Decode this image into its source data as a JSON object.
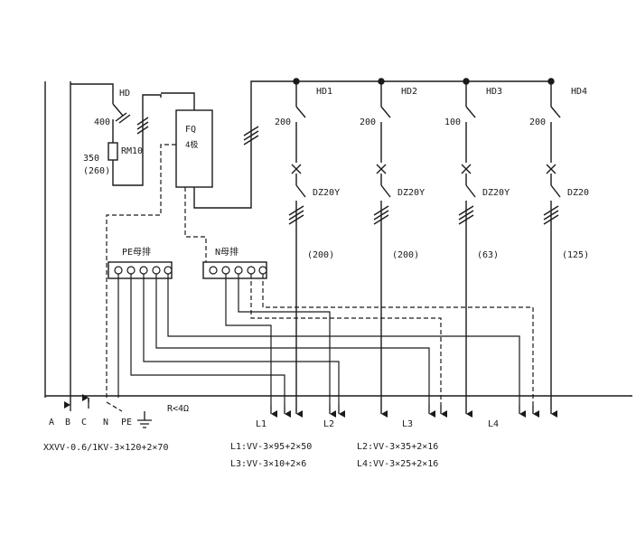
{
  "labels": {
    "hd": "HD",
    "hd_rating": "400",
    "rm10": "RM10",
    "rm10_rating": "350",
    "rm10_setting": "(260)",
    "fq": "FQ",
    "fq_rating": "4极",
    "pe_bar": "PE母排",
    "n_bar": "N母排",
    "r": "R<4Ω",
    "phase_a": "A",
    "phase_b": "B",
    "phase_c": "C",
    "phase_n": "N",
    "phase_pe": "PE",
    "main_cable": "XXVV-0.6/1KV-3×120+2×70"
  },
  "branches": [
    {
      "switch": "HD1",
      "switch_rating": "200",
      "breaker": "DZ20Y",
      "breaker_setting": "(200)",
      "line": "L1"
    },
    {
      "switch": "HD2",
      "switch_rating": "200",
      "breaker": "DZ20Y",
      "breaker_setting": "(200)",
      "line": "L2"
    },
    {
      "switch": "HD3",
      "switch_rating": "100",
      "breaker": "DZ20Y",
      "breaker_setting": "(63)",
      "line": "L3"
    },
    {
      "switch": "HD4",
      "switch_rating": "200",
      "breaker": "DZ20",
      "breaker_setting": "(125)",
      "line": "L4"
    }
  ],
  "cables": [
    "L1:VV-3×95+2×50",
    "L2:VV-3×35+2×16",
    "L3:VV-3×10+2×6",
    "L4:VV-3×25+2×16"
  ]
}
